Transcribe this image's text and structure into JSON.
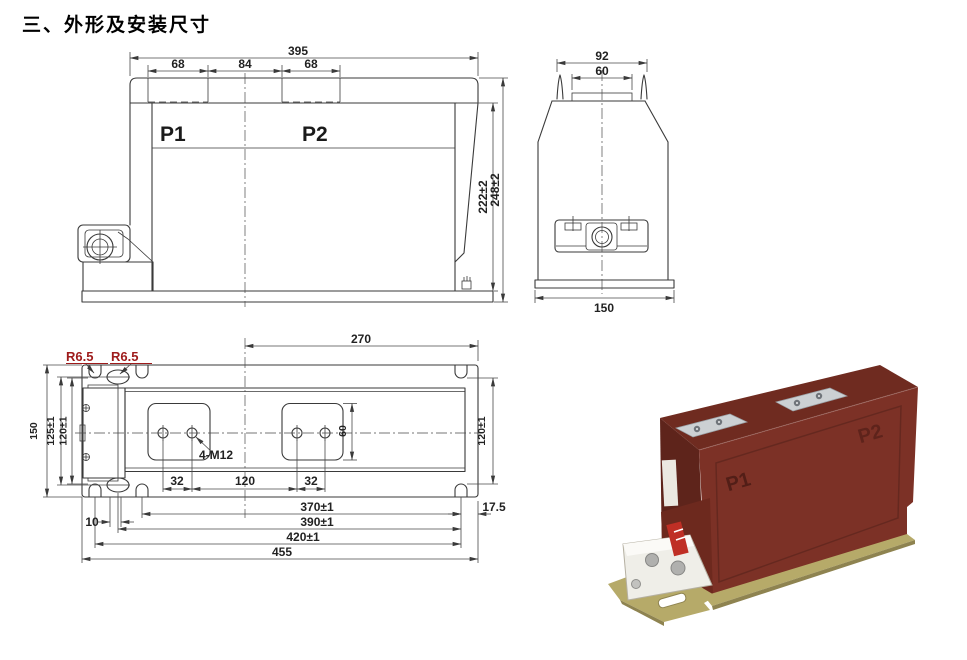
{
  "title": "三、外形及安装尺寸",
  "front_view": {
    "label_p1": "P1",
    "label_p2": "P2",
    "dim_overall_width": "395",
    "dim_pad_left": "68",
    "dim_pad_gap": "84",
    "dim_pad_right": "68",
    "dim_body_height": "222±2",
    "dim_overall_height": "248±2"
  },
  "side_view": {
    "dim_top_outer": "92",
    "dim_top_inner": "60",
    "dim_depth": "150"
  },
  "plan_view": {
    "dim_center_to_end": "270",
    "radius_label_a": "R6.5",
    "radius_label_b": "R6.5",
    "dim_width_overall": "150",
    "dim_bolt_span_left": "125±1",
    "dim_slot_span_left": "120±1",
    "thread_label": "4-M12",
    "dim_pad_height": "60",
    "dim_pitch_a": "32",
    "dim_pitch_b": "120",
    "dim_pitch_c": "32",
    "dim_span_a": "370±1",
    "dim_span_b": "390±1",
    "dim_span_c": "420±1",
    "dim_overall_length": "455",
    "dim_offset_left": "10",
    "dim_offset_right": "17.5",
    "dim_slot_span_right": "120±1"
  },
  "photo": {
    "label_p1": "P1",
    "label_p2": "P2",
    "top_color": "#6f2b20",
    "side_color": "#5e241b",
    "body_color": "#7c3126",
    "base_color": "#b6aa69",
    "pad_color": "#ccd0d3",
    "terminal_color": "#efeee8",
    "label_red_color": "#bf2f25"
  },
  "colors": {
    "line": "#3a3a3a",
    "dim_text": "#222222",
    "radius_text": "#9e1b1b",
    "background": "#ffffff"
  }
}
